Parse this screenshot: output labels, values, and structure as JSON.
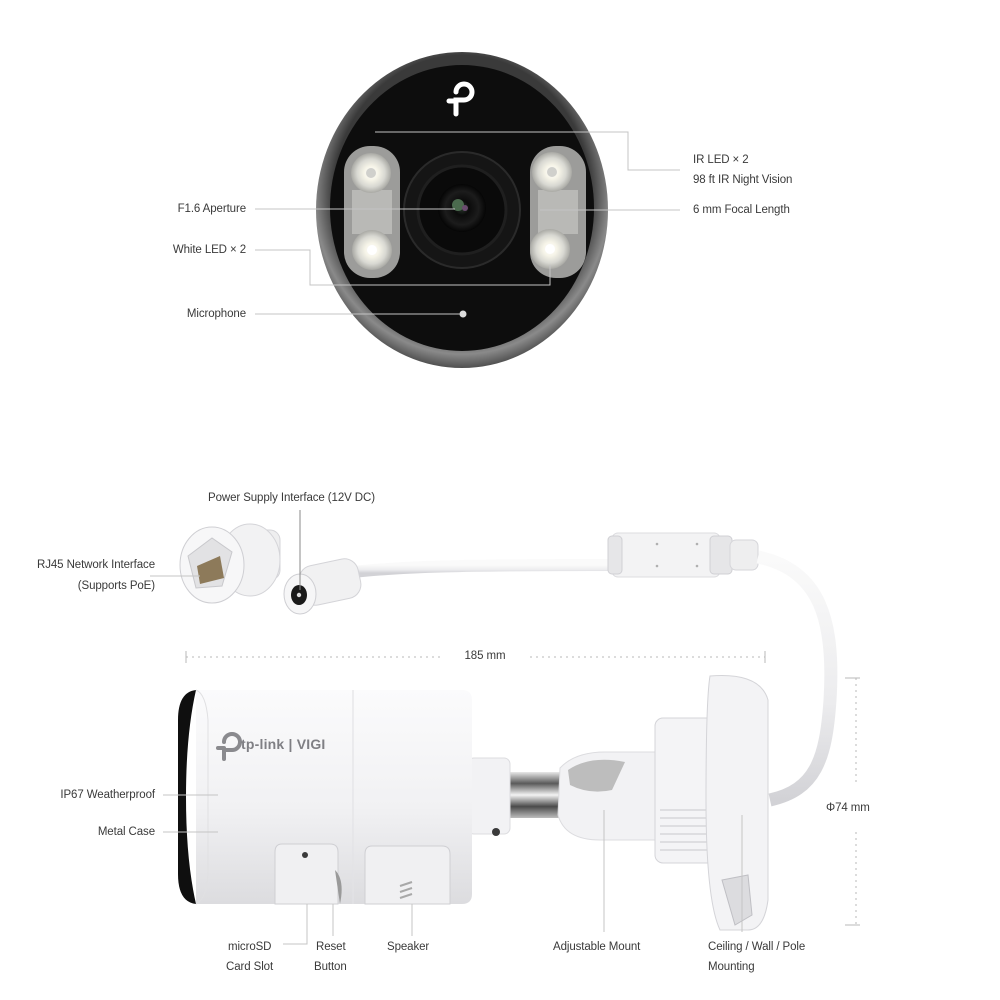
{
  "front_view": {
    "labels": {
      "aperture": "F1.6 Aperture",
      "white_led": "White LED × 2",
      "microphone": "Microphone",
      "ir_led": "IR LED × 2",
      "ir_night_vision": "98 ft IR Night Vision",
      "focal_length": "6 mm Focal Length"
    }
  },
  "cable": {
    "labels": {
      "power_supply": "Power Supply Interface (12V DC)",
      "rj45_line1": "RJ45 Network Interface",
      "rj45_line2": "(Supports PoE)"
    }
  },
  "side_view": {
    "brand_logo": "tp-link | VIGI",
    "dimensions": {
      "length": "185 mm",
      "diameter": "Φ74 mm"
    },
    "labels": {
      "weatherproof": "IP67 Weatherproof",
      "metal_case": "Metal Case",
      "microsd_line1": "microSD",
      "microsd_line2": "Card Slot",
      "reset_line1": "Reset",
      "reset_line2": "Button",
      "speaker": "Speaker",
      "adjustable_mount": "Adjustable Mount",
      "mounting_line1": "Ceiling / Wall / Pole",
      "mounting_line2": "Mounting"
    }
  },
  "colors": {
    "background": "#ffffff",
    "label_text": "#3a3a3a",
    "leader_line": "#c8c8c8",
    "camera_black": "#0d0d0d",
    "bezel_gray": "#6b6b6b",
    "housing_white": "#f4f4f5"
  }
}
